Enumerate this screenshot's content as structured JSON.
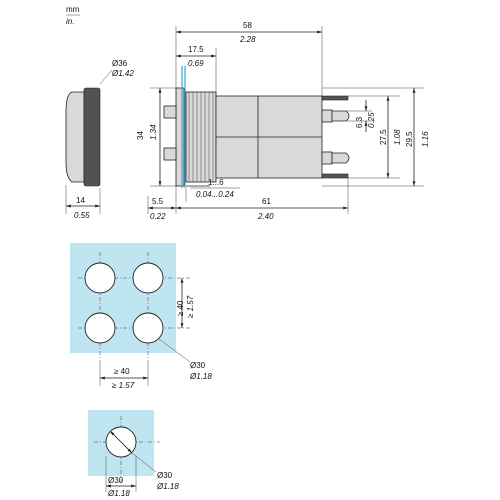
{
  "units": {
    "top": "mm",
    "bottom": "in."
  },
  "side_view": {
    "diameter_mm": "Ø36",
    "diameter_in": "Ø1.42",
    "depth_mm": "14",
    "depth_in": "0.55",
    "height_mm": "34",
    "height_in": "1.34"
  },
  "main_view": {
    "total_mm": "58",
    "total_in": "2.28",
    "front_mm": "17.5",
    "front_in": "0.69",
    "panel_mm": "1...6",
    "panel_in": "0.04...0.24",
    "bezel_mm": "5.5",
    "bezel_in": "0.22",
    "length_mm": "61",
    "length_in": "2.40",
    "tab_mm": "6.3",
    "tab_in": "0.25",
    "block_mm": "27.5",
    "block_in": "1.08",
    "overall_h_mm": "29.5",
    "overall_h_in": "1.16"
  },
  "cutout_4": {
    "spacing_v_mm": "≥ 40",
    "spacing_v_in": "≥ 1.57",
    "spacing_h_mm": "≥ 40",
    "spacing_h_in": "≥ 1.57",
    "hole_mm": "Ø30",
    "hole_in": "Ø1.18"
  },
  "cutout_1": {
    "hole_mm": "Ø30",
    "hole_in": "Ø1.18",
    "width_mm": "Ø30",
    "width_in": "Ø1.18"
  },
  "colors": {
    "panel": "#bfe6f0",
    "line": "#222222"
  }
}
